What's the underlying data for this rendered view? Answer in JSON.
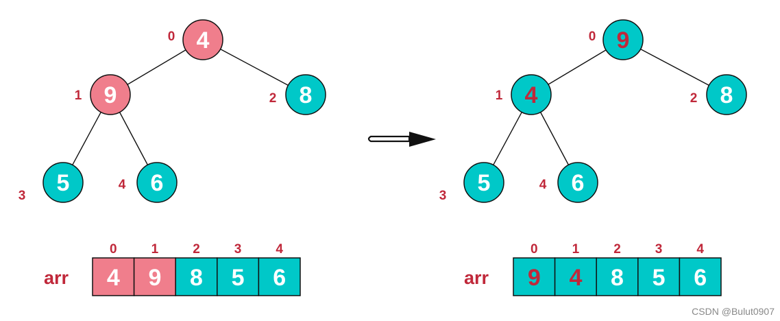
{
  "colors": {
    "highlight": "#f07e8c",
    "node": "#00c8c8",
    "index_text": "#c0283a",
    "white_text": "#ffffff",
    "swapped_text": "#c0283a"
  },
  "before": {
    "nodes": [
      {
        "index": "0",
        "value": "4",
        "highlight": true,
        "text_color": "white"
      },
      {
        "index": "1",
        "value": "9",
        "highlight": true,
        "text_color": "white"
      },
      {
        "index": "2",
        "value": "8",
        "highlight": false,
        "text_color": "white"
      },
      {
        "index": "3",
        "value": "5",
        "highlight": false,
        "text_color": "white"
      },
      {
        "index": "4",
        "value": "6",
        "highlight": false,
        "text_color": "white"
      }
    ],
    "array": {
      "label": "arr",
      "indices": [
        "0",
        "1",
        "2",
        "3",
        "4"
      ],
      "cells": [
        {
          "value": "4",
          "highlight": true,
          "text_color": "white"
        },
        {
          "value": "9",
          "highlight": true,
          "text_color": "white"
        },
        {
          "value": "8",
          "highlight": false,
          "text_color": "white"
        },
        {
          "value": "5",
          "highlight": false,
          "text_color": "white"
        },
        {
          "value": "6",
          "highlight": false,
          "text_color": "white"
        }
      ]
    }
  },
  "after": {
    "nodes": [
      {
        "index": "0",
        "value": "9",
        "highlight": false,
        "text_color": "red"
      },
      {
        "index": "1",
        "value": "4",
        "highlight": false,
        "text_color": "red"
      },
      {
        "index": "2",
        "value": "8",
        "highlight": false,
        "text_color": "white"
      },
      {
        "index": "3",
        "value": "5",
        "highlight": false,
        "text_color": "white"
      },
      {
        "index": "4",
        "value": "6",
        "highlight": false,
        "text_color": "white"
      }
    ],
    "array": {
      "label": "arr",
      "indices": [
        "0",
        "1",
        "2",
        "3",
        "4"
      ],
      "cells": [
        {
          "value": "9",
          "highlight": false,
          "text_color": "red"
        },
        {
          "value": "4",
          "highlight": false,
          "text_color": "red"
        },
        {
          "value": "8",
          "highlight": false,
          "text_color": "white"
        },
        {
          "value": "5",
          "highlight": false,
          "text_color": "white"
        },
        {
          "value": "6",
          "highlight": false,
          "text_color": "white"
        }
      ]
    }
  },
  "watermark": "CSDN @Bulut0907"
}
